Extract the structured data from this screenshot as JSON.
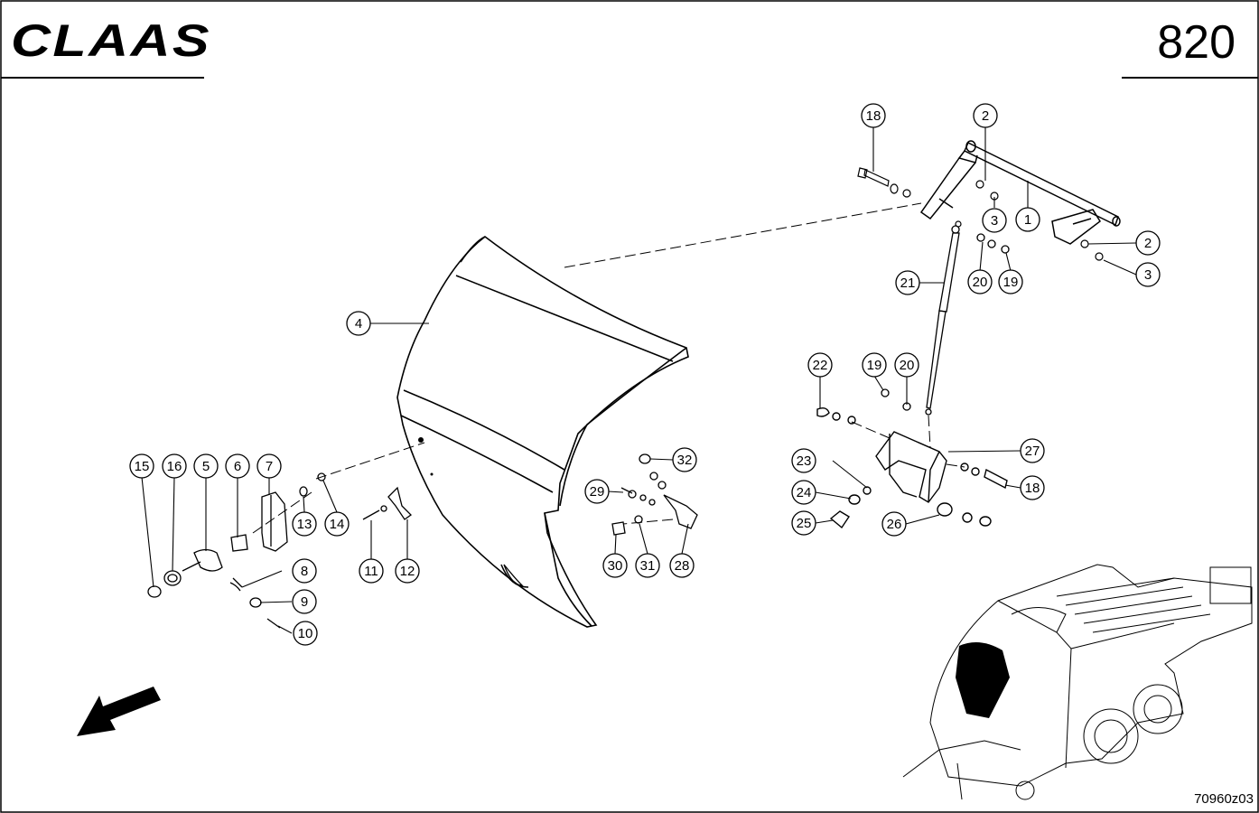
{
  "header": {
    "brand": "CLAAS",
    "page_number": "820"
  },
  "drawing_code": "70960z03",
  "callouts": [
    {
      "id": "c1",
      "label": "1"
    },
    {
      "id": "c2a",
      "label": "2"
    },
    {
      "id": "c2b",
      "label": "2"
    },
    {
      "id": "c3a",
      "label": "3"
    },
    {
      "id": "c3b",
      "label": "3"
    },
    {
      "id": "c4",
      "label": "4"
    },
    {
      "id": "c5",
      "label": "5"
    },
    {
      "id": "c6",
      "label": "6"
    },
    {
      "id": "c7",
      "label": "7"
    },
    {
      "id": "c8",
      "label": "8"
    },
    {
      "id": "c9",
      "label": "9"
    },
    {
      "id": "c10",
      "label": "10"
    },
    {
      "id": "c11",
      "label": "11"
    },
    {
      "id": "c12",
      "label": "12"
    },
    {
      "id": "c13",
      "label": "13"
    },
    {
      "id": "c14",
      "label": "14"
    },
    {
      "id": "c15",
      "label": "15"
    },
    {
      "id": "c16",
      "label": "16"
    },
    {
      "id": "c18a",
      "label": "18"
    },
    {
      "id": "c18b",
      "label": "18"
    },
    {
      "id": "c19a",
      "label": "19"
    },
    {
      "id": "c19b",
      "label": "19"
    },
    {
      "id": "c20a",
      "label": "20"
    },
    {
      "id": "c20b",
      "label": "20"
    },
    {
      "id": "c21",
      "label": "21"
    },
    {
      "id": "c22",
      "label": "22"
    },
    {
      "id": "c23",
      "label": "23"
    },
    {
      "id": "c24",
      "label": "24"
    },
    {
      "id": "c25",
      "label": "25"
    },
    {
      "id": "c26",
      "label": "26"
    },
    {
      "id": "c27",
      "label": "27"
    },
    {
      "id": "c28",
      "label": "28"
    },
    {
      "id": "c29",
      "label": "29"
    },
    {
      "id": "c30",
      "label": "30"
    },
    {
      "id": "c31",
      "label": "31"
    },
    {
      "id": "c32",
      "label": "32"
    }
  ]
}
